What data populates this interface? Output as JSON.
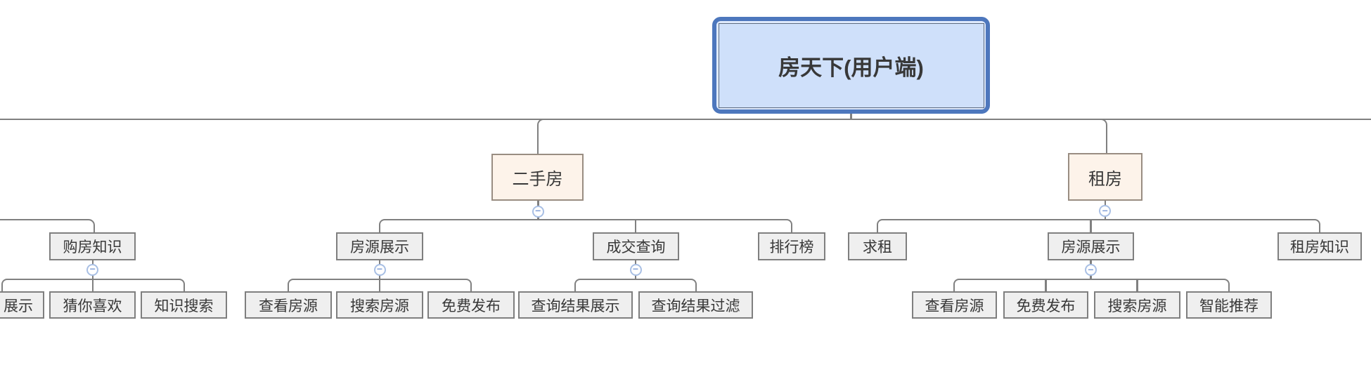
{
  "tree": {
    "root": {
      "label": "房天下(用户端)"
    },
    "children": [
      {
        "label": "二手房",
        "children": [
          {
            "label": "房源展示",
            "children": [
              {
                "label": "查看房源"
              },
              {
                "label": "搜索房源"
              },
              {
                "label": "免费发布"
              }
            ]
          },
          {
            "label": "成交查询",
            "children": [
              {
                "label": "查询结果展示"
              },
              {
                "label": "查询结果过滤"
              }
            ]
          },
          {
            "label": "排行榜",
            "children": []
          }
        ]
      },
      {
        "label": "租房",
        "children": [
          {
            "label": "求租",
            "children": []
          },
          {
            "label": "房源展示",
            "children": [
              {
                "label": "查看房源"
              },
              {
                "label": "免费发布"
              },
              {
                "label": "搜索房源"
              },
              {
                "label": "智能推荐"
              }
            ]
          },
          {
            "label": "租房知识",
            "children": []
          }
        ]
      }
    ],
    "partial_branch": {
      "label": "购房知识",
      "children": [
        {
          "label": "展示"
        },
        {
          "label": "猜你喜欢"
        },
        {
          "label": "知识搜索"
        }
      ]
    }
  },
  "icons": {
    "collapse": "−"
  },
  "colors": {
    "root_fill": "#cfe0fa",
    "root_border": "#4d77bd",
    "root_inner_border": "#5d6b80",
    "branch_fill": "#fdf3ea",
    "branch_border": "#998d82",
    "node_fill": "#efefef",
    "node_border": "#7f7f7f",
    "connector": "#808080",
    "collapse_ring": "#a8bfe4",
    "collapse_glyph": "#84a1d8",
    "text": "#383838"
  }
}
